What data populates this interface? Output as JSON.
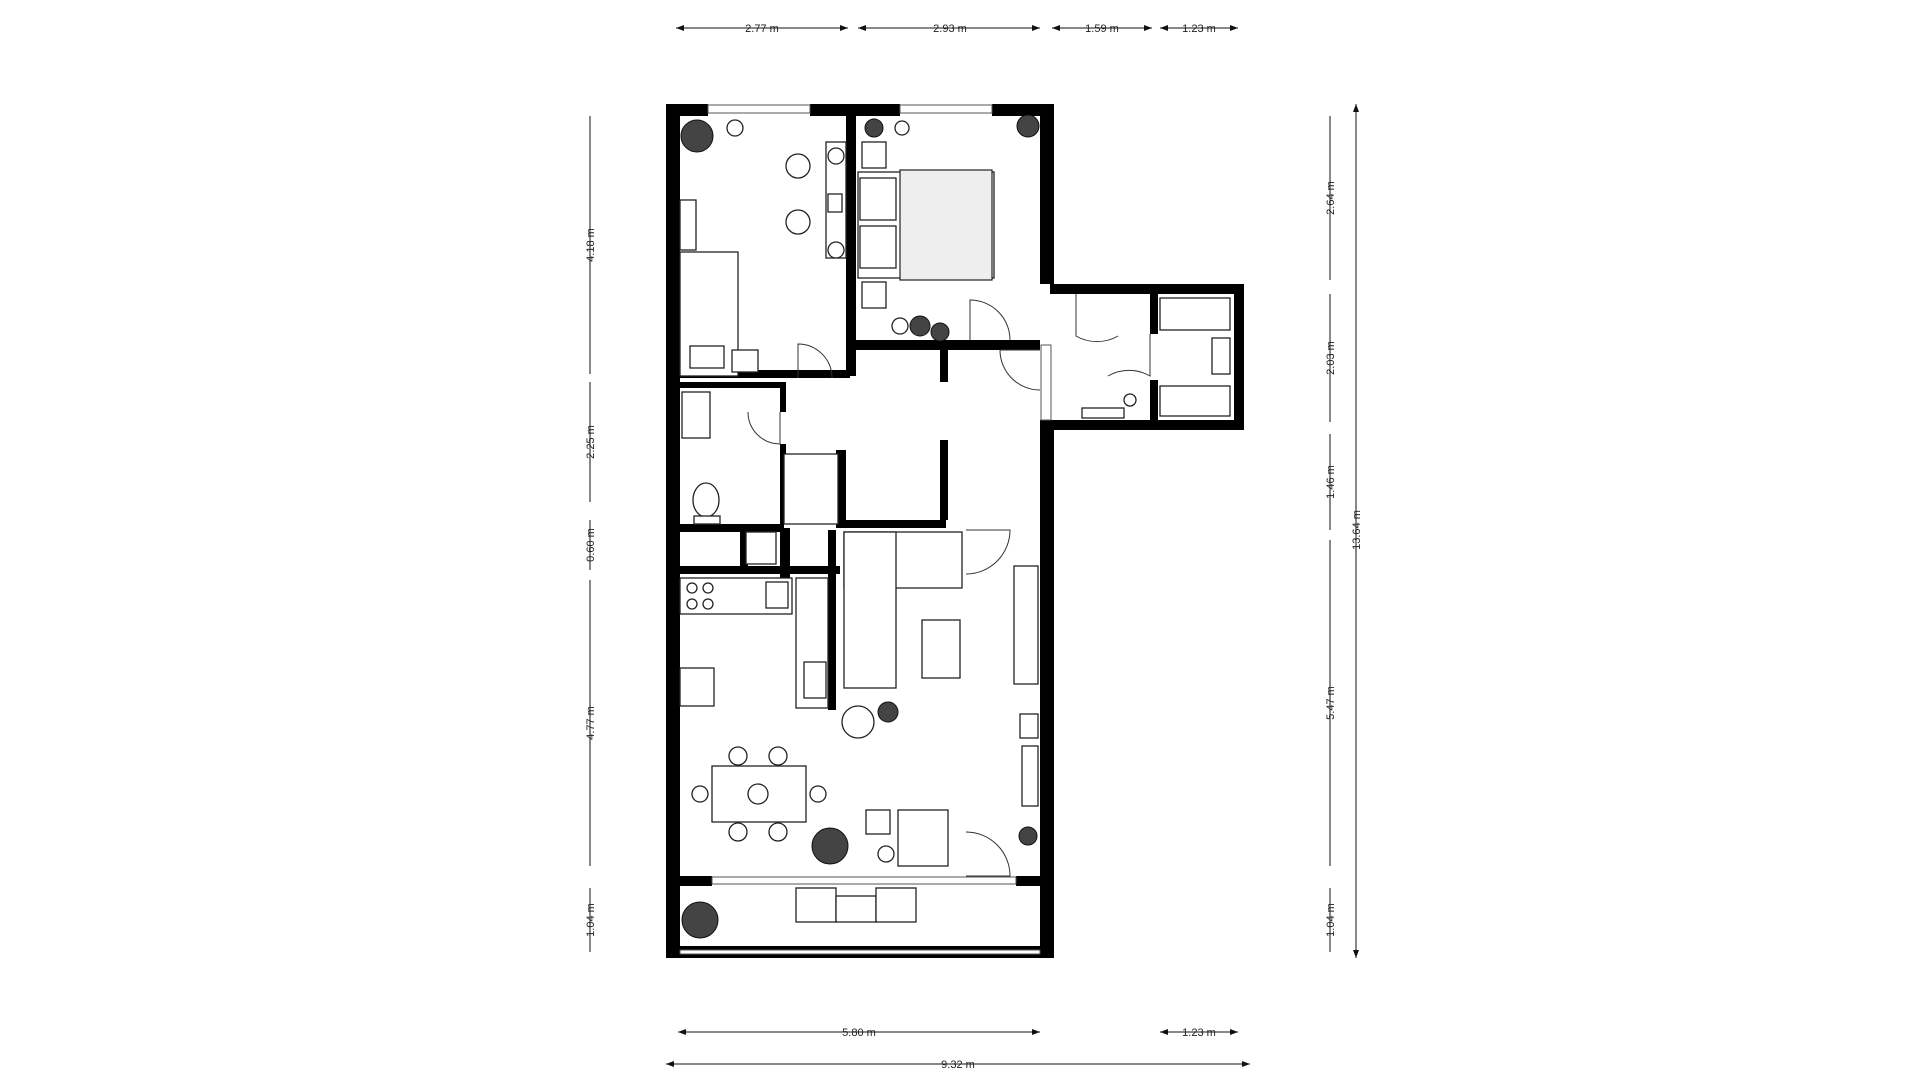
{
  "dimensions": {
    "top": [
      "2.77 m",
      "2.93 m",
      "1.59 m",
      "1.23 m"
    ],
    "left": [
      "4.18 m",
      "2.25 m",
      "0.60 m",
      "4.77 m",
      "1.04 m"
    ],
    "right_inner": [
      "2.64 m",
      "2.03 m",
      "1.46 m",
      "5.47 m",
      "1.04 m"
    ],
    "right_total": "13.64 m",
    "bottom": [
      "5.80 m",
      "1.23 m"
    ],
    "bottom_total": "9.32 m"
  }
}
